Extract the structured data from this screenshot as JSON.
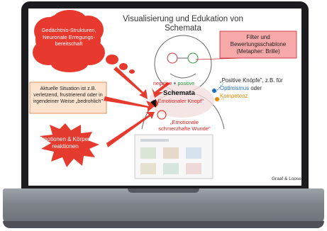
{
  "slide": {
    "title": "Visualisierung und Edukation von Schemata",
    "cloud_text": "Gedächtnis-Strukturen, Neuronale Erregungs-bereitschaft",
    "filter_box": "Filter und Bewertungsschablone (Metapher: Brille)",
    "situation_box": "Aktuelle Situation ist z.B. verletzend, frustrierend oder in irgendeiner Weise „bedrohlich\"",
    "emotions_burst": "Emotionen & Körper-reaktionen",
    "knopf_prefix": "„Positive Knöpfe\", z.B. für",
    "knopf_optimismus": "Optimismus",
    "knopf_oder": " oder",
    "knopf_kompetenz": "Kompetenz",
    "label_negative": "negative",
    "label_plus": " + ",
    "label_positive": "positive",
    "schemata_label": "Schemata",
    "emotional_knopf": "„Emotionaler Knopf\"",
    "emotional_wunde": "„Emotionale schmerzhafte Wunde\"",
    "credit": "Graaf & Loose"
  },
  "colors": {
    "cloud": "#e8392f",
    "filter_box_fill": "#f7a8a8",
    "situation_box_fill": "#fbe3cf",
    "emotions_burst": "#e53a2e",
    "arrow_red": "#e53a2e",
    "knopf_blue": "#1f6fc4",
    "knopf_orange": "#e58a00"
  }
}
